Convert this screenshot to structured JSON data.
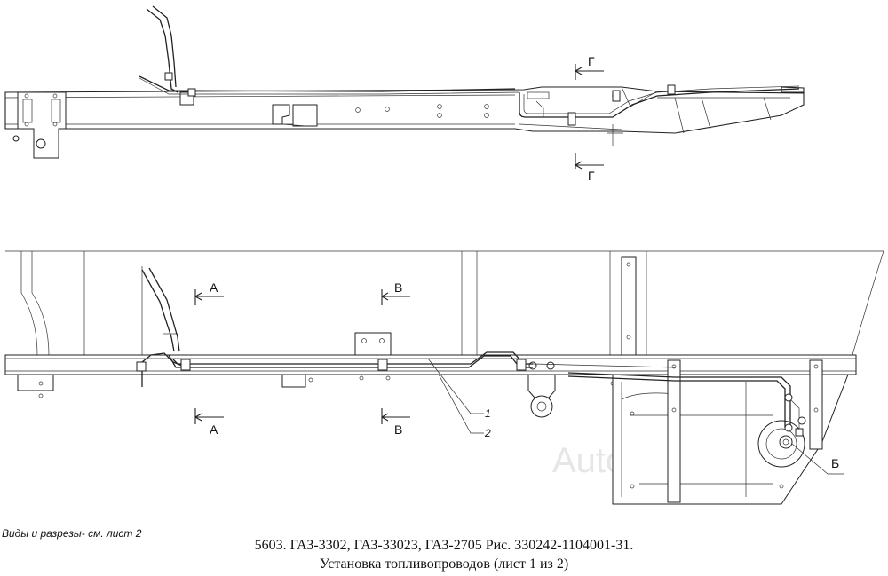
{
  "section_labels": {
    "g": "Г",
    "a": "А",
    "b": "В"
  },
  "callouts": {
    "pipe_1": "1",
    "pipe_2": "2",
    "view_b": "Б"
  },
  "watermark": "AutoSoft",
  "note": "Виды и разрезы- см. лист 2",
  "caption": {
    "line1": "5603. ГАЗ-3302, ГАЗ-33023, ГАЗ-2705 Рис. 330242-1104001-31.",
    "line2": "Установка топливопроводов (лист 1 из 2)"
  }
}
